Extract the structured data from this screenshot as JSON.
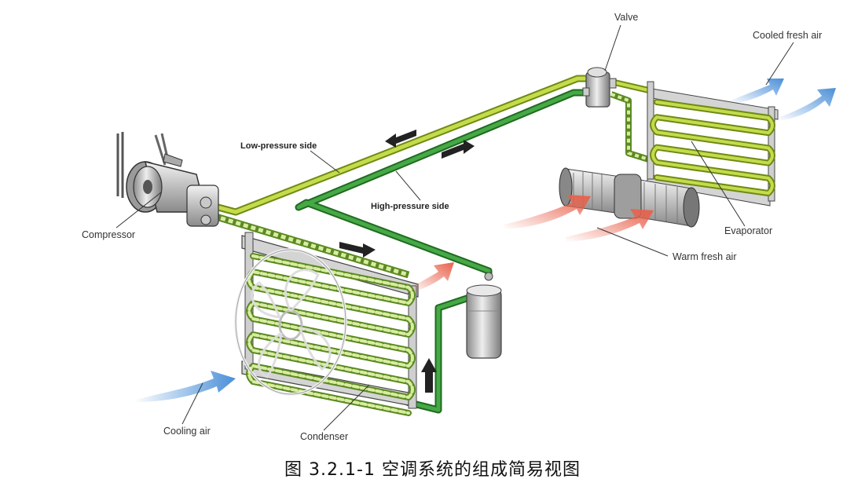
{
  "labels": {
    "valve": "Valve",
    "cooled_fresh_air": "Cooled fresh air",
    "low_pressure_side": "Low-pressure side",
    "high_pressure_side": "High-pressure side",
    "compressor": "Compressor",
    "evaporator": "Evaporator",
    "warm_fresh_air": "Warm fresh air",
    "cooling_air": "Cooling air",
    "condenser": "Condenser"
  },
  "caption": "图 3.2.1-1 空调系统的组成简易视图",
  "colors": {
    "low_pressure_line": "#b5cf3c",
    "high_pressure_line": "#3a9a3a",
    "cool_air": "#4a8fd8",
    "warm_air": "#e8604a",
    "flow_arrow": "#222222"
  }
}
